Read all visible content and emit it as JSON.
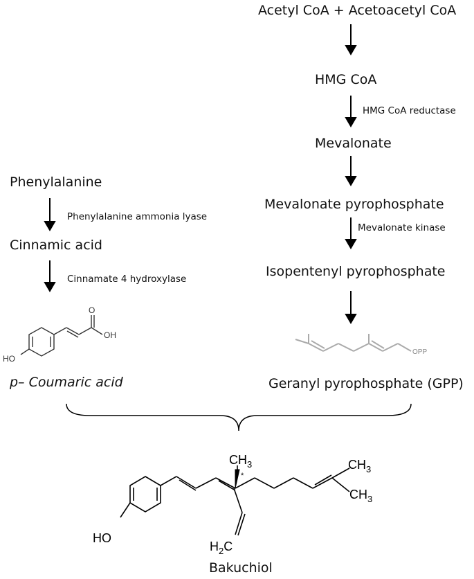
{
  "left_pathway": {
    "compounds": [
      "Phenylalanine",
      "Cinnamic acid",
      "p– Coumaric acid"
    ],
    "enzymes": [
      "Phenylalanine ammonia lyase",
      "Cinnamate 4 hydroxylase"
    ]
  },
  "right_pathway": {
    "compounds": [
      "Acetyl CoA + Acetoacetyl CoA",
      "HMG CoA",
      "Mevalonate",
      "Mevalonate pyrophosphate",
      "Isopentenyl pyrophosphate",
      "Geranyl pyrophosphate (GPP)"
    ],
    "enzymes": [
      "HMG CoA reductase",
      "Mevalonate kinase"
    ]
  },
  "structure_labels": {
    "oh": "OH",
    "ho": "HO",
    "o": "O",
    "opp": "OPP",
    "ch3": "CH",
    "ch3_sub": "3",
    "h2c": "H",
    "h2c_sub": "2",
    "h2c_c": "C",
    "stereo": "*"
  },
  "product": "Bakuchiol"
}
